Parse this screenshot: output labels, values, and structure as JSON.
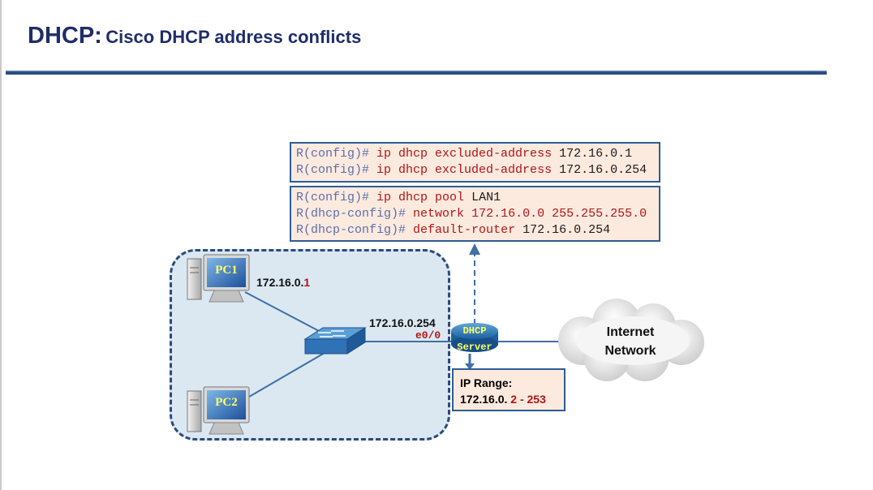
{
  "title": {
    "main": "DHCP:",
    "sub": "Cisco DHCP address conflicts"
  },
  "excluded_box": {
    "lines": [
      {
        "prompt": "R(config)#",
        "cmd": "ip dhcp excluded-address",
        "arg": "172.16.0.1"
      },
      {
        "prompt": "R(config)#",
        "cmd": "ip dhcp excluded-address",
        "arg": "172.16.0.254"
      }
    ]
  },
  "pool_box": {
    "lines": [
      {
        "prompt": "R(config)#",
        "cmd": "ip dhcp pool",
        "arg": "LAN1"
      },
      {
        "prompt": "R(dhcp-config)#",
        "cmd": "network",
        "arg": "172.16.0.0 255.255.255.0"
      },
      {
        "prompt": "R(dhcp-config)#",
        "cmd": "default-router",
        "arg": "172.16.0.254"
      }
    ]
  },
  "pc1": {
    "label": "PC1",
    "ip_prefix": "172.16.0.",
    "ip_host": "1"
  },
  "pc2": {
    "label": "PC2"
  },
  "router": {
    "ip": "172.16.0.254",
    "interface": "e0/0",
    "label_line1": "DHCP",
    "label_line2": "Server"
  },
  "ip_range": {
    "title": "IP Range:",
    "prefix": "172.16.0.",
    "range": "2 - 253"
  },
  "cloud": {
    "line1": "Internet",
    "line2": "Network"
  },
  "colors": {
    "title": "#1f2d6b",
    "box_border": "#2e5d97",
    "box_fill": "#fdeadf",
    "command": "#b01515",
    "lan_fill": "#dbe8f2"
  }
}
